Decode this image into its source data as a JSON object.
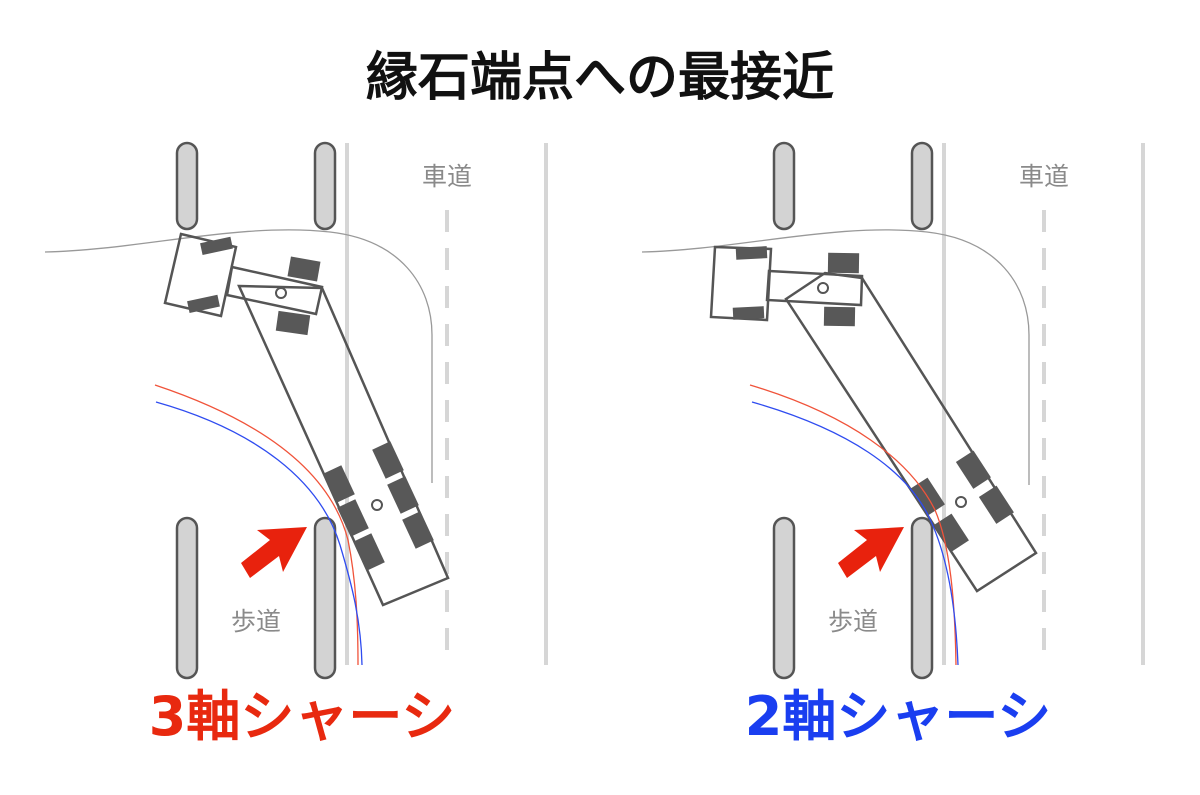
{
  "title": "縁石端点への最接近",
  "panels": [
    {
      "caption": "3軸シャーシ",
      "caption_color": "#e8290f",
      "road_label": "車道",
      "sidewalk_label": "歩道"
    },
    {
      "caption": "2軸シャーシ",
      "caption_color": "#1a3ef0",
      "road_label": "車道",
      "sidewalk_label": "歩道"
    }
  ],
  "colors": {
    "trajectory_3axle": "#f0533a",
    "trajectory_2axle": "#2f4cf0",
    "arrow": "#e8220d"
  }
}
